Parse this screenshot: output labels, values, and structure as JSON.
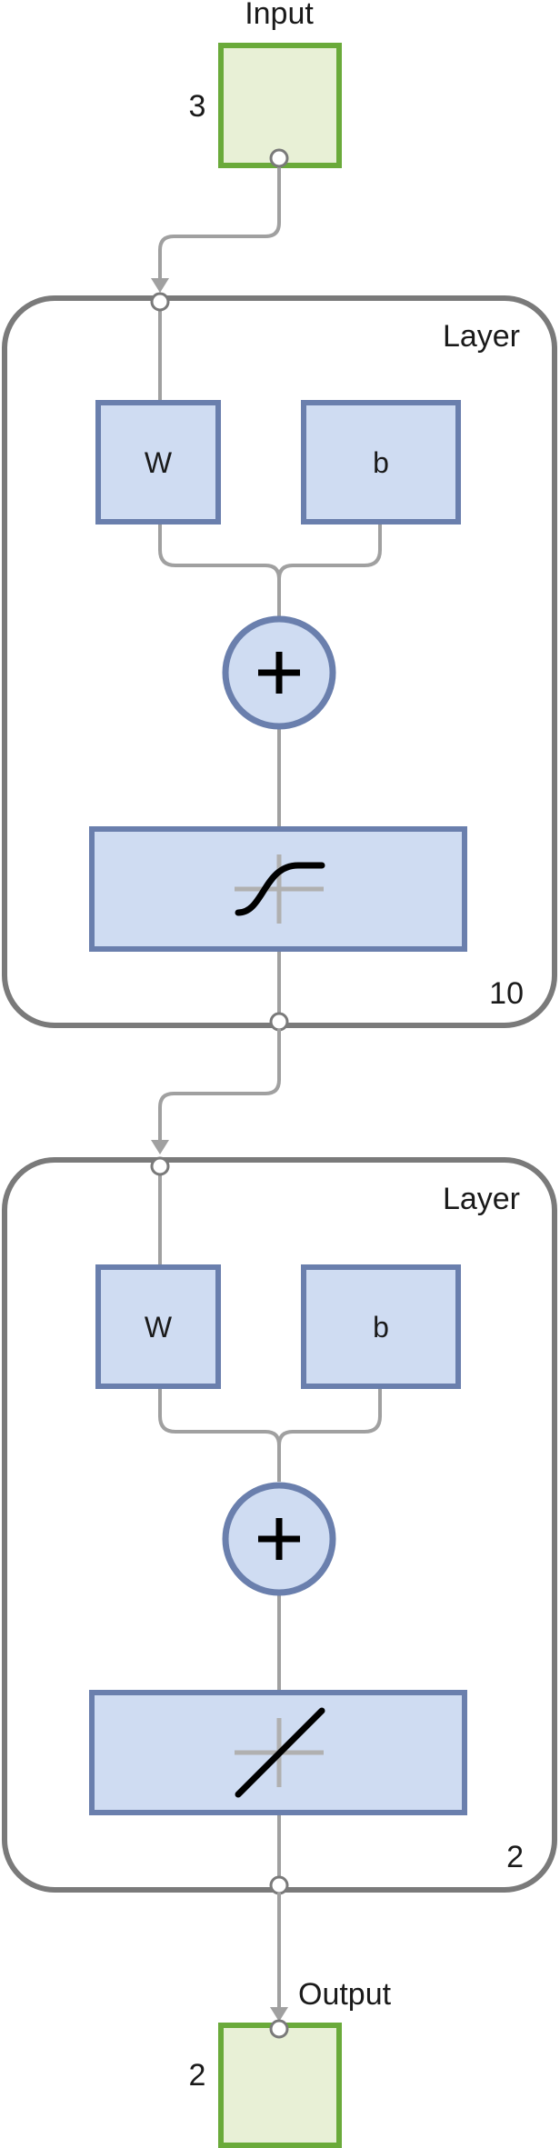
{
  "input": {
    "label": "Input",
    "size": "3"
  },
  "layers": [
    {
      "label": "Layer",
      "size": "10",
      "weight_label": "W",
      "bias_label": "b",
      "transfer": "tansig"
    },
    {
      "label": "Layer",
      "size": "2",
      "weight_label": "W",
      "bias_label": "b",
      "transfer": "purelin"
    }
  ],
  "output": {
    "label": "Output",
    "size": "2"
  },
  "colors": {
    "io_fill": "#e8f0d6",
    "io_stroke": "#6aaa3a",
    "block_fill": "#cfdcf2",
    "block_stroke": "#6a7fad",
    "layer_stroke": "#7a7a7a",
    "wire": "#a0a0a0"
  }
}
